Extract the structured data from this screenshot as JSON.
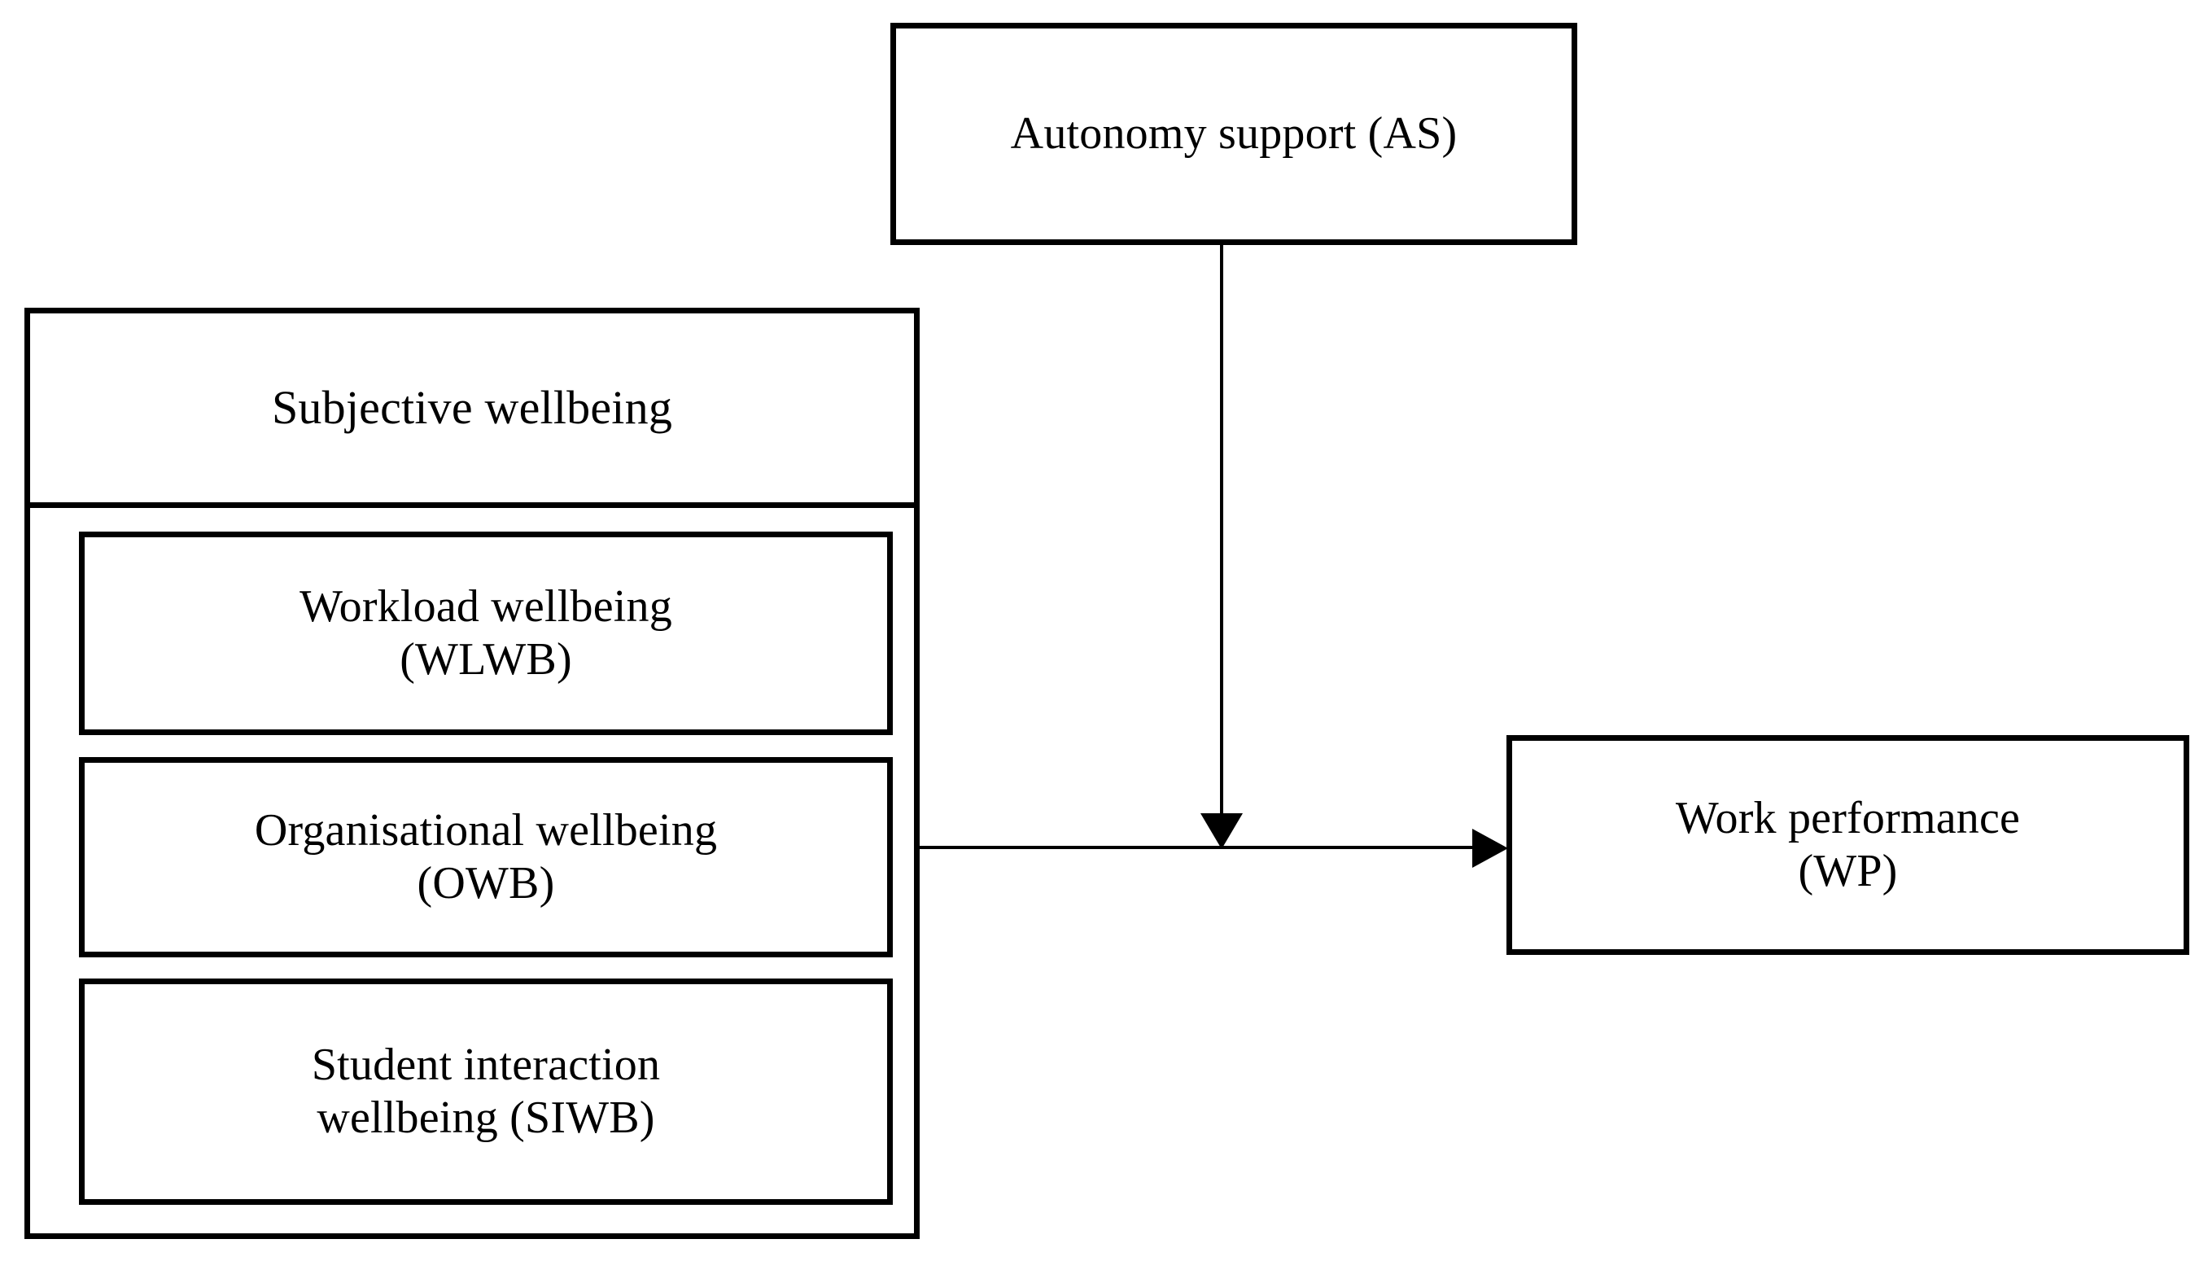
{
  "diagram": {
    "type": "conceptual-model-flow-diagram",
    "background_color": "#ffffff",
    "line_color": "#000000",
    "nodes": {
      "autonomy_support": {
        "label": "Autonomy support (AS)",
        "abbreviation": "AS"
      },
      "subjective_wellbeing": {
        "label": "Subjective wellbeing",
        "children": [
          {
            "label": "Workload wellbeing\n(WLWB)",
            "abbreviation": "WLWB"
          },
          {
            "label": "Organisational wellbeing\n(OWB)",
            "abbreviation": "OWB"
          },
          {
            "label": "Student interaction\nwellbeing (SIWB)",
            "abbreviation": "SIWB"
          }
        ]
      },
      "work_performance": {
        "label": "Work performance\n(WP)",
        "abbreviation": "WP"
      }
    },
    "edges": [
      {
        "from": "autonomy_support",
        "to": "work_performance",
        "direction": "down",
        "arrow": "single"
      },
      {
        "from": "subjective_wellbeing",
        "to": "work_performance",
        "direction": "right",
        "arrow": "single"
      }
    ]
  }
}
